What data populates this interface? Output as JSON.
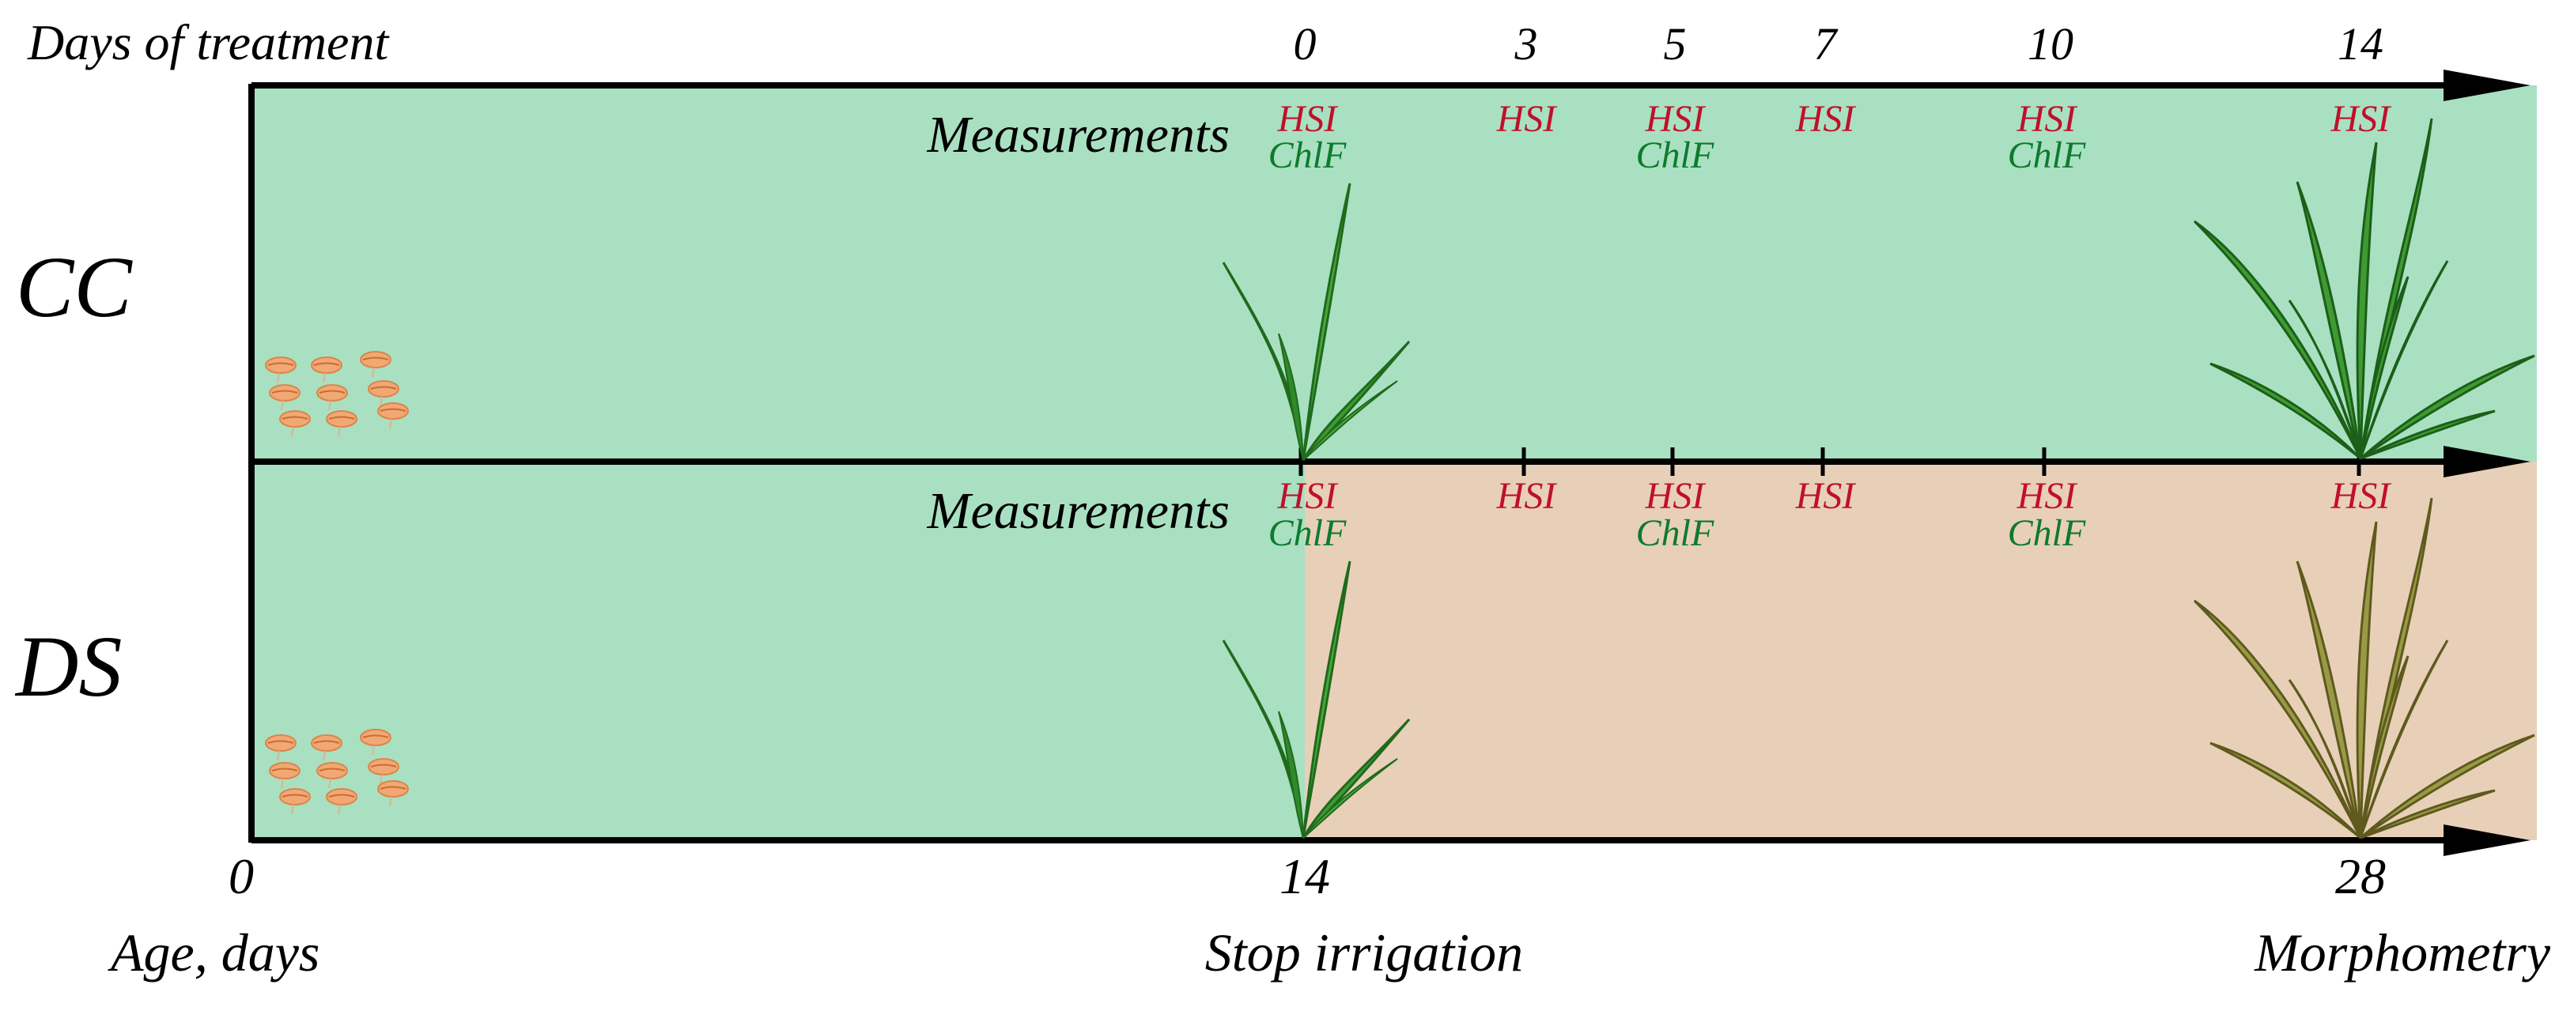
{
  "title": "Days of treatment",
  "treatment_days": [
    "0",
    "3",
    "5",
    "7",
    "10",
    "14"
  ],
  "groups": [
    {
      "label": "CC",
      "measurements_label": "Measurements",
      "marks": [
        {
          "hsi": "HSI",
          "chlf": "ChlF"
        },
        {
          "hsi": "HSI",
          "chlf": ""
        },
        {
          "hsi": "HSI",
          "chlf": "ChlF"
        },
        {
          "hsi": "HSI",
          "chlf": ""
        },
        {
          "hsi": "HSI",
          "chlf": "ChlF"
        },
        {
          "hsi": "HSI",
          "chlf": ""
        }
      ]
    },
    {
      "label": "DS",
      "measurements_label": "Measurements",
      "marks": [
        {
          "hsi": "HSI",
          "chlf": "ChlF"
        },
        {
          "hsi": "HSI",
          "chlf": ""
        },
        {
          "hsi": "HSI",
          "chlf": "ChlF"
        },
        {
          "hsi": "HSI",
          "chlf": ""
        },
        {
          "hsi": "HSI",
          "chlf": "ChlF"
        },
        {
          "hsi": "HSI",
          "chlf": ""
        }
      ]
    }
  ],
  "age_axis": {
    "ticks": [
      "0",
      "14",
      "28"
    ],
    "labels": [
      "Age, days",
      "Stop irrigation",
      "Morphometry"
    ]
  },
  "colors": {
    "control_bg": "#a9e0c1",
    "drought_bg": "#e8d0b8",
    "hsi": "#c0102a",
    "chlf": "#0e7a2e",
    "axis": "#000000",
    "seed": "#f2a874",
    "plant_healthy": "#2f8a2a",
    "plant_dry": "#8e8a3a"
  },
  "icons": [
    "seed-icon",
    "seedling-icon",
    "mature-plant-icon",
    "wilted-plant-icon"
  ]
}
